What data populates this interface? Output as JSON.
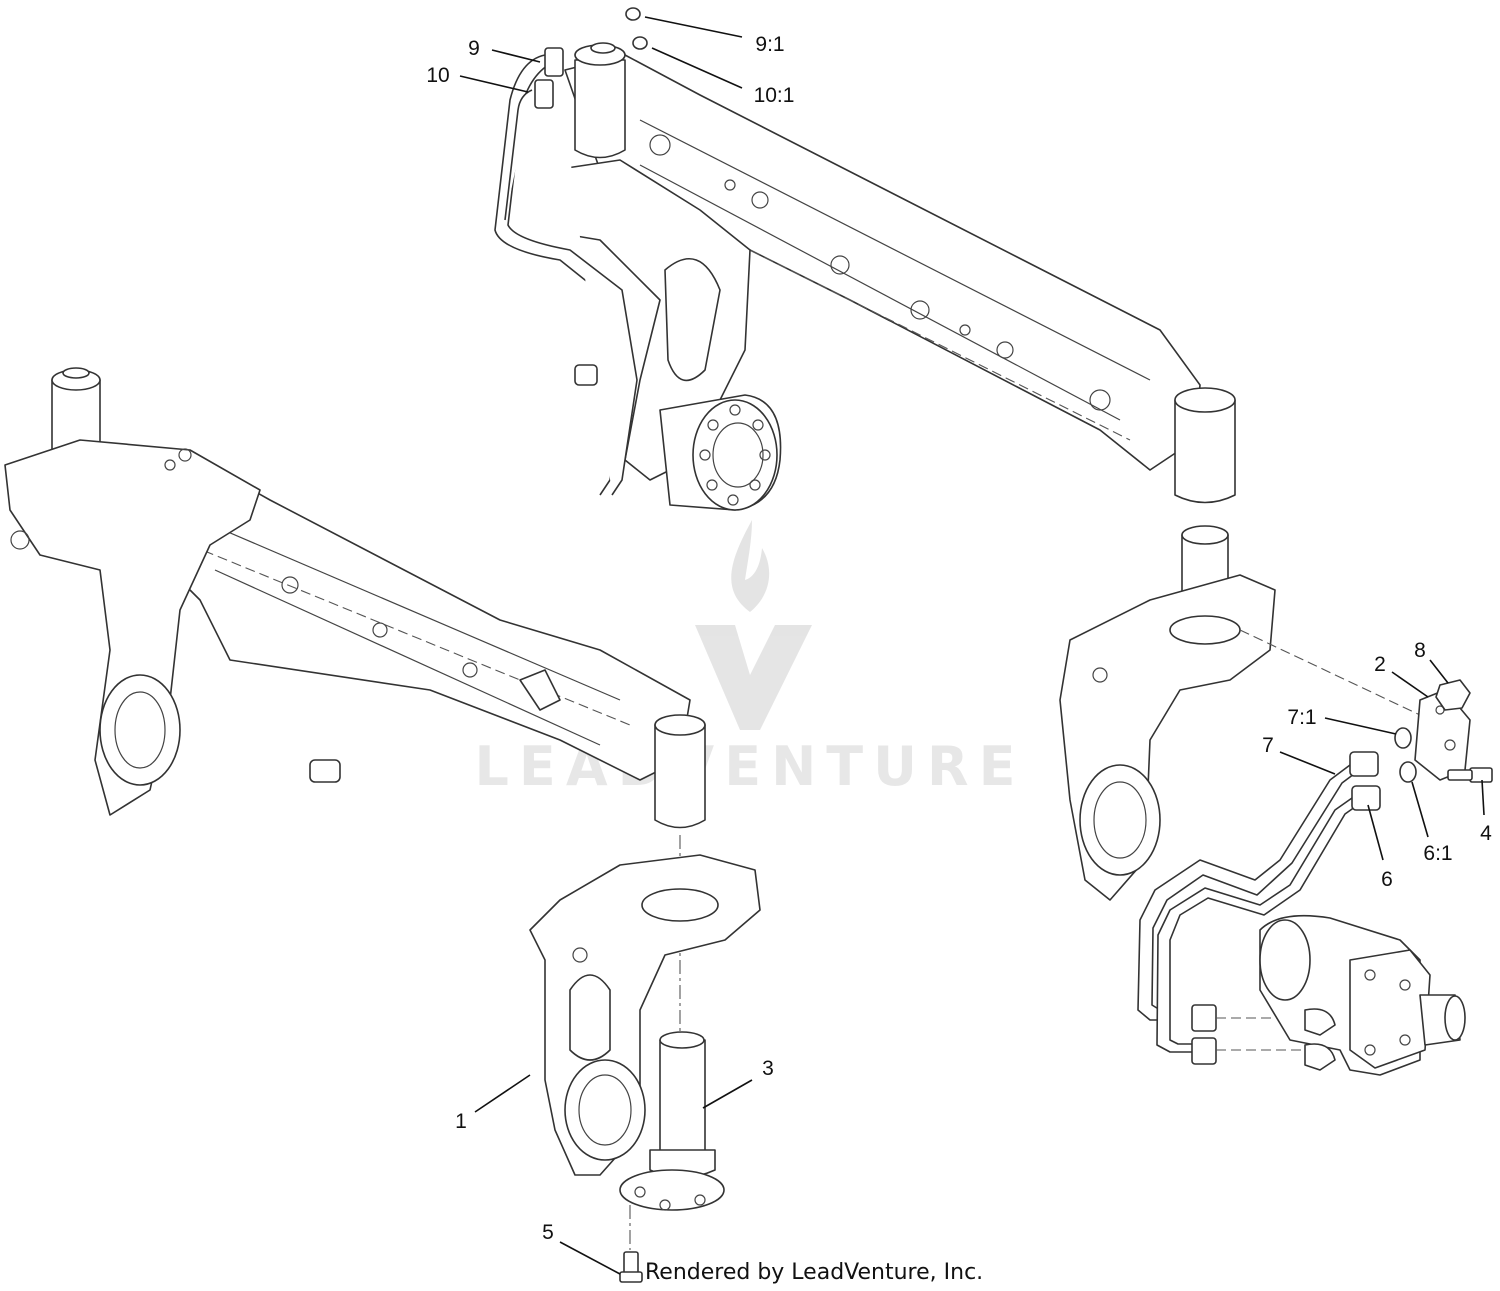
{
  "diagram": {
    "callouts": [
      {
        "id": "c9",
        "label": "9"
      },
      {
        "id": "c10",
        "label": "10"
      },
      {
        "id": "c9_1",
        "label": "9:1"
      },
      {
        "id": "c10_1",
        "label": "10:1"
      },
      {
        "id": "c2",
        "label": "2"
      },
      {
        "id": "c8",
        "label": "8"
      },
      {
        "id": "c7_1",
        "label": "7:1"
      },
      {
        "id": "c7",
        "label": "7"
      },
      {
        "id": "c4",
        "label": "4"
      },
      {
        "id": "c6_1",
        "label": "6:1"
      },
      {
        "id": "c6",
        "label": "6"
      },
      {
        "id": "c3",
        "label": "3"
      },
      {
        "id": "c1",
        "label": "1"
      },
      {
        "id": "c5",
        "label": "5"
      }
    ],
    "watermark": "LEADVENTURE",
    "credit": "Rendered by LeadVenture, Inc.",
    "colors": {
      "line": "#333333",
      "text": "#111111",
      "background": "#ffffff"
    }
  }
}
